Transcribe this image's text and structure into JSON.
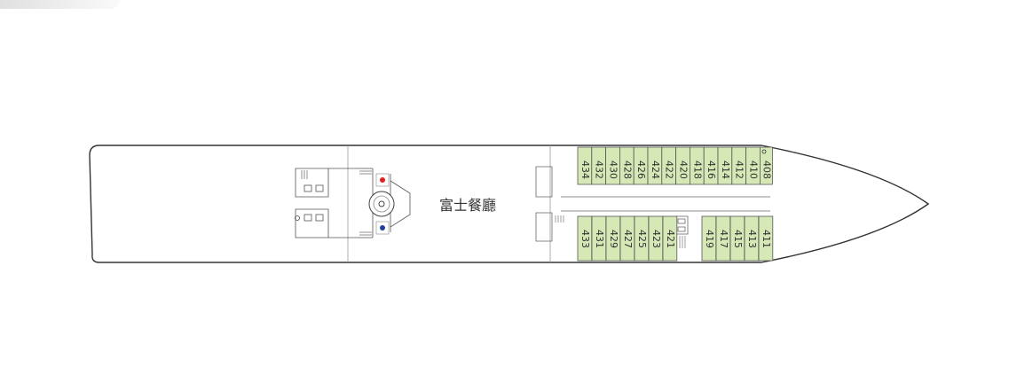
{
  "colors": {
    "cabin_fill": "#d6e8b6",
    "hull_stroke": "#333333",
    "wc_male": "#1f3f9b",
    "wc_female": "#e02020"
  },
  "venue": {
    "name": "富士餐廳"
  },
  "icons": [
    "accessible-icon",
    "wc-male-icon",
    "wc-female-icon",
    "stairs-icon",
    "elevator-icon",
    "spiral-stair-icon"
  ],
  "cabins": {
    "top": [
      "434",
      "432",
      "430",
      "428",
      "426",
      "424",
      "422",
      "420",
      "418",
      "416",
      "414",
      "412",
      "410",
      "408"
    ],
    "bottom": [
      "433",
      "431",
      "429",
      "427",
      "425",
      "423",
      "421",
      "419",
      "417",
      "415",
      "413",
      "411"
    ]
  }
}
